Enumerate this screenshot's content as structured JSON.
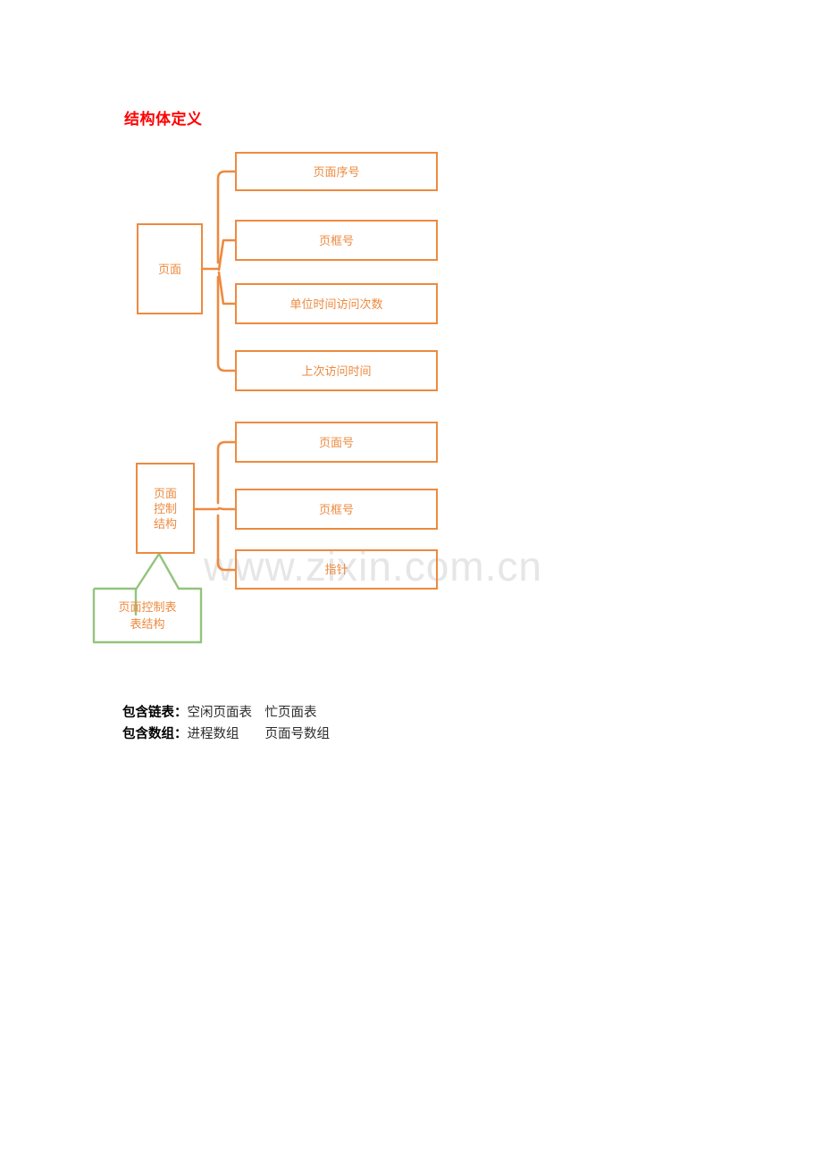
{
  "document": {
    "title": "结构体定义",
    "title_color": "#FF0000",
    "accent_color": "#ED8A3F",
    "callout_color": "#92C47D",
    "watermark": "www.zixin.com.cn"
  },
  "diagram": {
    "groups": [
      {
        "id": "page-struct",
        "root": {
          "label": "页面"
        },
        "fields": [
          {
            "label": "页面序号"
          },
          {
            "label": "页框号"
          },
          {
            "label": "单位时间访问次数"
          },
          {
            "label": "上次访问时间"
          }
        ]
      },
      {
        "id": "page-control-struct",
        "root": {
          "line1": "页面",
          "line2": "控制",
          "line3": "结构"
        },
        "fields": [
          {
            "label": "页面号"
          },
          {
            "label": "页框号"
          },
          {
            "label": "指针"
          }
        ],
        "callout": {
          "line1": "页面控制表",
          "line2": "表结构"
        }
      }
    ]
  },
  "notes": [
    {
      "label": "包含链表：",
      "values": "空闲页面表　忙页面表"
    },
    {
      "label": "包含数组：",
      "values": "进程数组　　页面号数组"
    }
  ]
}
